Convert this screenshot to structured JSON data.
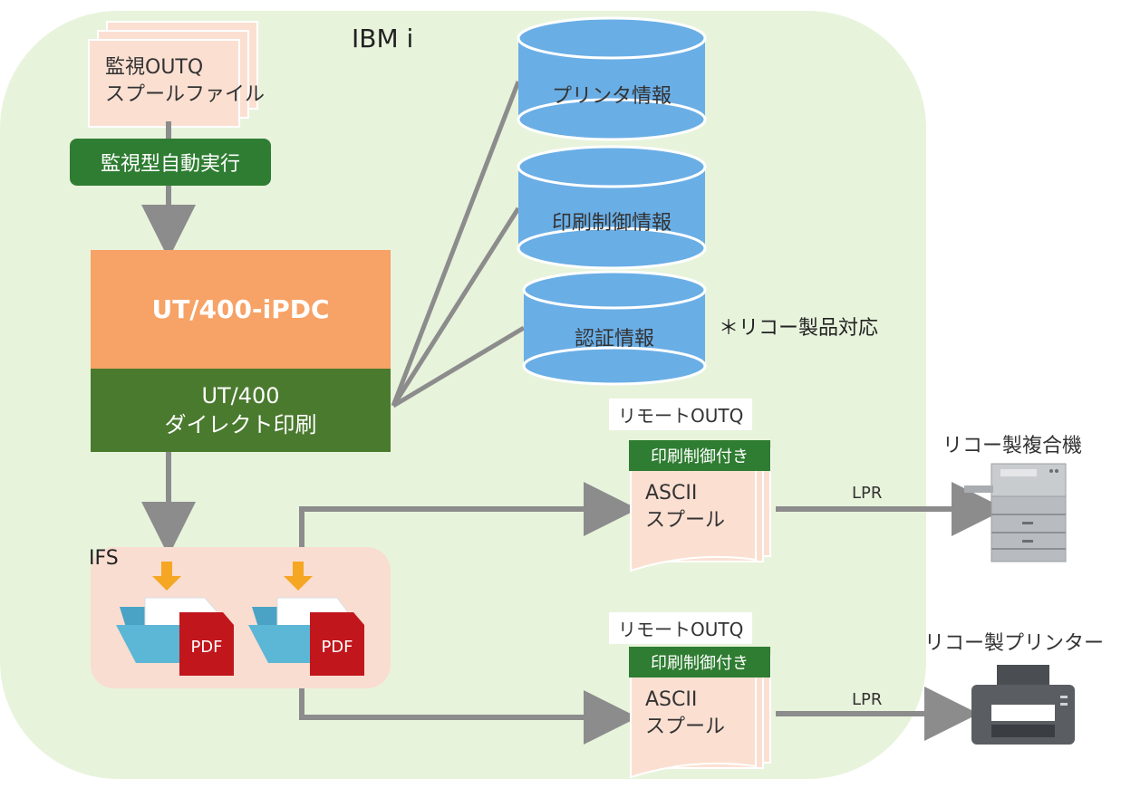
{
  "container": {
    "label": "IBM i"
  },
  "monitor_spool": {
    "line1": "監視OUTQ",
    "line2": "スプールファイル"
  },
  "trigger_badge": {
    "label": "監視型自動実行"
  },
  "product": {
    "name": "UT/400-iPDC",
    "module_line1": "UT/400",
    "module_line2": "ダイレクト印刷"
  },
  "databases": [
    {
      "label": "プリンタ情報"
    },
    {
      "label": "印刷制御情報"
    },
    {
      "label": "認証情報"
    }
  ],
  "auth_note": {
    "label": "＊リコー製品対応"
  },
  "ifs": {
    "label": "IFS",
    "files": [
      {
        "label": "PDF"
      },
      {
        "label": "PDF"
      }
    ]
  },
  "remote_outqs": [
    {
      "title": "リモートOUTQ",
      "badge": "印刷制御付き",
      "line1": "ASCII",
      "line2": "スプール",
      "protocol": "LPR",
      "device": "リコー製複合機"
    },
    {
      "title": "リモートOUTQ",
      "badge": "印刷制御付き",
      "line1": "ASCII",
      "line2": "スプール",
      "protocol": "LPR",
      "device": "リコー製プリンター"
    }
  ],
  "colors": {
    "container_bg": "#e8f3dc",
    "green": "#2f7d32",
    "dark_green": "#4a7a2e",
    "orange": "#f7a266",
    "db_blue": "#6aaee6",
    "spool_pink": "#fbe0d2",
    "pdf_red": "#c0161c",
    "folder_blue": "#4aa3c5",
    "arrow_orange": "#f5a623",
    "connector_gray": "#8c8c8c"
  }
}
